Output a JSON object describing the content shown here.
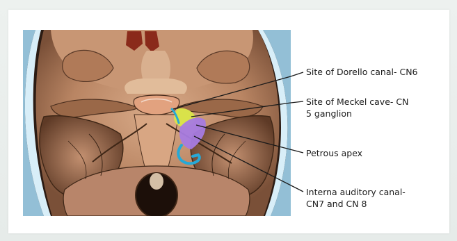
{
  "labels": {
    "dorello": "Site of Dorello canal- CN6",
    "meckel_line1": "Site of Meckel cave- CN",
    "meckel_line2": "5 ganglion",
    "petrous": "Petrous apex",
    "auditory_line1": "Interna auditory canal-",
    "auditory_line2": "CN7 and  CN 8"
  },
  "colors": {
    "meckel_region": "#d9e24a",
    "petrous_region": "#a67be0",
    "auditory_outline": "#27a9d6",
    "bone": "#c89674",
    "background_dark": "#2a1a12"
  }
}
